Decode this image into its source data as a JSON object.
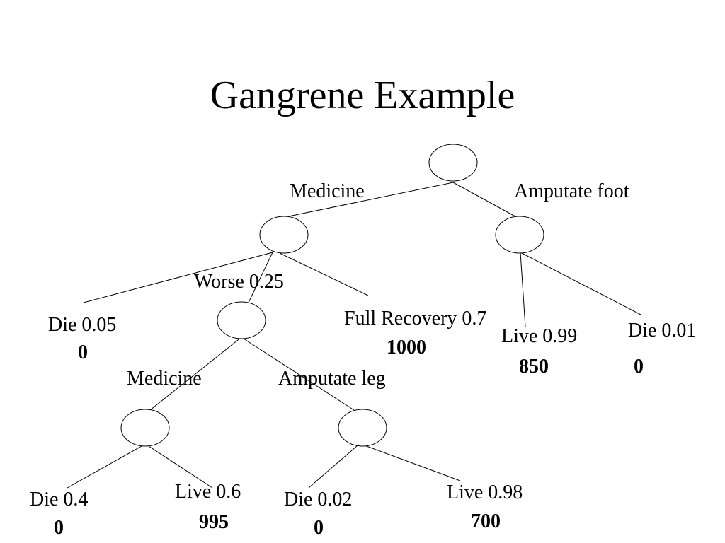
{
  "title": "Gangrene Example",
  "tree": {
    "root_choice_medicine": "Medicine",
    "root_choice_amputate_foot": "Amputate foot",
    "medicine_outcome_die": "Die 0.05",
    "medicine_outcome_die_value": "0",
    "medicine_outcome_worse": "Worse 0.25",
    "medicine_outcome_full_recovery": "Full Recovery 0.7",
    "medicine_outcome_full_recovery_value": "1000",
    "foot_outcome_live": "Live 0.99",
    "foot_outcome_live_value": "850",
    "foot_outcome_die": "Die 0.01",
    "foot_outcome_die_value": "0",
    "worse_choice_medicine": "Medicine",
    "worse_choice_amputate_leg": "Amputate leg",
    "worse_medicine_die": "Die 0.4",
    "worse_medicine_die_value": "0",
    "worse_medicine_live": "Live 0.6",
    "worse_medicine_live_value": "995",
    "leg_die": "Die 0.02",
    "leg_die_value": "0",
    "leg_live": "Live 0.98",
    "leg_live_value": "700"
  }
}
